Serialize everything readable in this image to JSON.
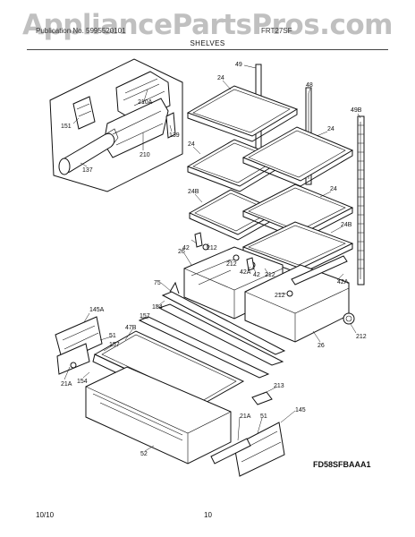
{
  "watermark": "AppliancePartsPros.com",
  "header": {
    "left": "Publication No. 5995520101",
    "right": "FRT27SF"
  },
  "section_title": "SHELVES",
  "diagram_code": "FD58SFBAAA1",
  "footer": {
    "date": "10/10",
    "page": "10"
  },
  "callouts": [
    {
      "id": "c49",
      "label": "49"
    },
    {
      "id": "c24a",
      "label": "24"
    },
    {
      "id": "c48",
      "label": "48"
    },
    {
      "id": "c49b",
      "label": "49B"
    },
    {
      "id": "c210a",
      "label": "210A"
    },
    {
      "id": "c151",
      "label": "151"
    },
    {
      "id": "c139",
      "label": "139"
    },
    {
      "id": "c210",
      "label": "210"
    },
    {
      "id": "c137",
      "label": "137"
    },
    {
      "id": "c24b",
      "label": "24"
    },
    {
      "id": "c24c",
      "label": "24"
    },
    {
      "id": "c24bb",
      "label": "24B"
    },
    {
      "id": "c24d",
      "label": "24"
    },
    {
      "id": "c24b2",
      "label": "24B"
    },
    {
      "id": "c42",
      "label": "42"
    },
    {
      "id": "c212a",
      "label": "212"
    },
    {
      "id": "c26a",
      "label": "26"
    },
    {
      "id": "c212b",
      "label": "212"
    },
    {
      "id": "c42a1",
      "label": "42A"
    },
    {
      "id": "c42b",
      "label": "42"
    },
    {
      "id": "c212c",
      "label": "212"
    },
    {
      "id": "c212d",
      "label": "212"
    },
    {
      "id": "c42a2",
      "label": "42A"
    },
    {
      "id": "c75",
      "label": "75"
    },
    {
      "id": "c145a",
      "label": "145A"
    },
    {
      "id": "c154a",
      "label": "154"
    },
    {
      "id": "c157a",
      "label": "157"
    },
    {
      "id": "c47b",
      "label": "47B"
    },
    {
      "id": "c51a",
      "label": "51"
    },
    {
      "id": "c157b",
      "label": "157"
    },
    {
      "id": "c212e",
      "label": "212"
    },
    {
      "id": "c26b",
      "label": "26"
    },
    {
      "id": "c21a1",
      "label": "21A"
    },
    {
      "id": "c154b",
      "label": "154"
    },
    {
      "id": "c213",
      "label": "213"
    },
    {
      "id": "c21a2",
      "label": "21A"
    },
    {
      "id": "c51b",
      "label": "51"
    },
    {
      "id": "c145",
      "label": "145"
    },
    {
      "id": "c52",
      "label": "52"
    }
  ]
}
